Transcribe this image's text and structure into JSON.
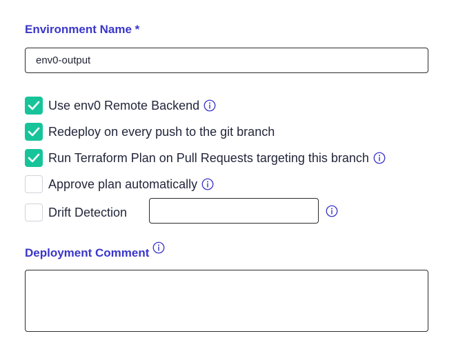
{
  "environment_name": {
    "label": "Environment Name *",
    "value": "env0-output"
  },
  "options": [
    {
      "label": "Use env0 Remote Backend",
      "checked": true,
      "info": true
    },
    {
      "label": "Redeploy on every push to the git branch",
      "checked": true,
      "info": false
    },
    {
      "label": "Run Terraform Plan on Pull Requests targeting this branch",
      "checked": true,
      "info": true
    },
    {
      "label": "Approve plan automatically",
      "checked": false,
      "info": true
    },
    {
      "label": "Drift Detection",
      "checked": false,
      "info": true
    }
  ],
  "drift_detection": {
    "value": ""
  },
  "deployment_comment": {
    "label": "Deployment Comment",
    "value": ""
  },
  "colors": {
    "accent_label": "#3a36c9",
    "checkbox_checked": "#17c49a",
    "info_icon": "#3a36c9"
  }
}
